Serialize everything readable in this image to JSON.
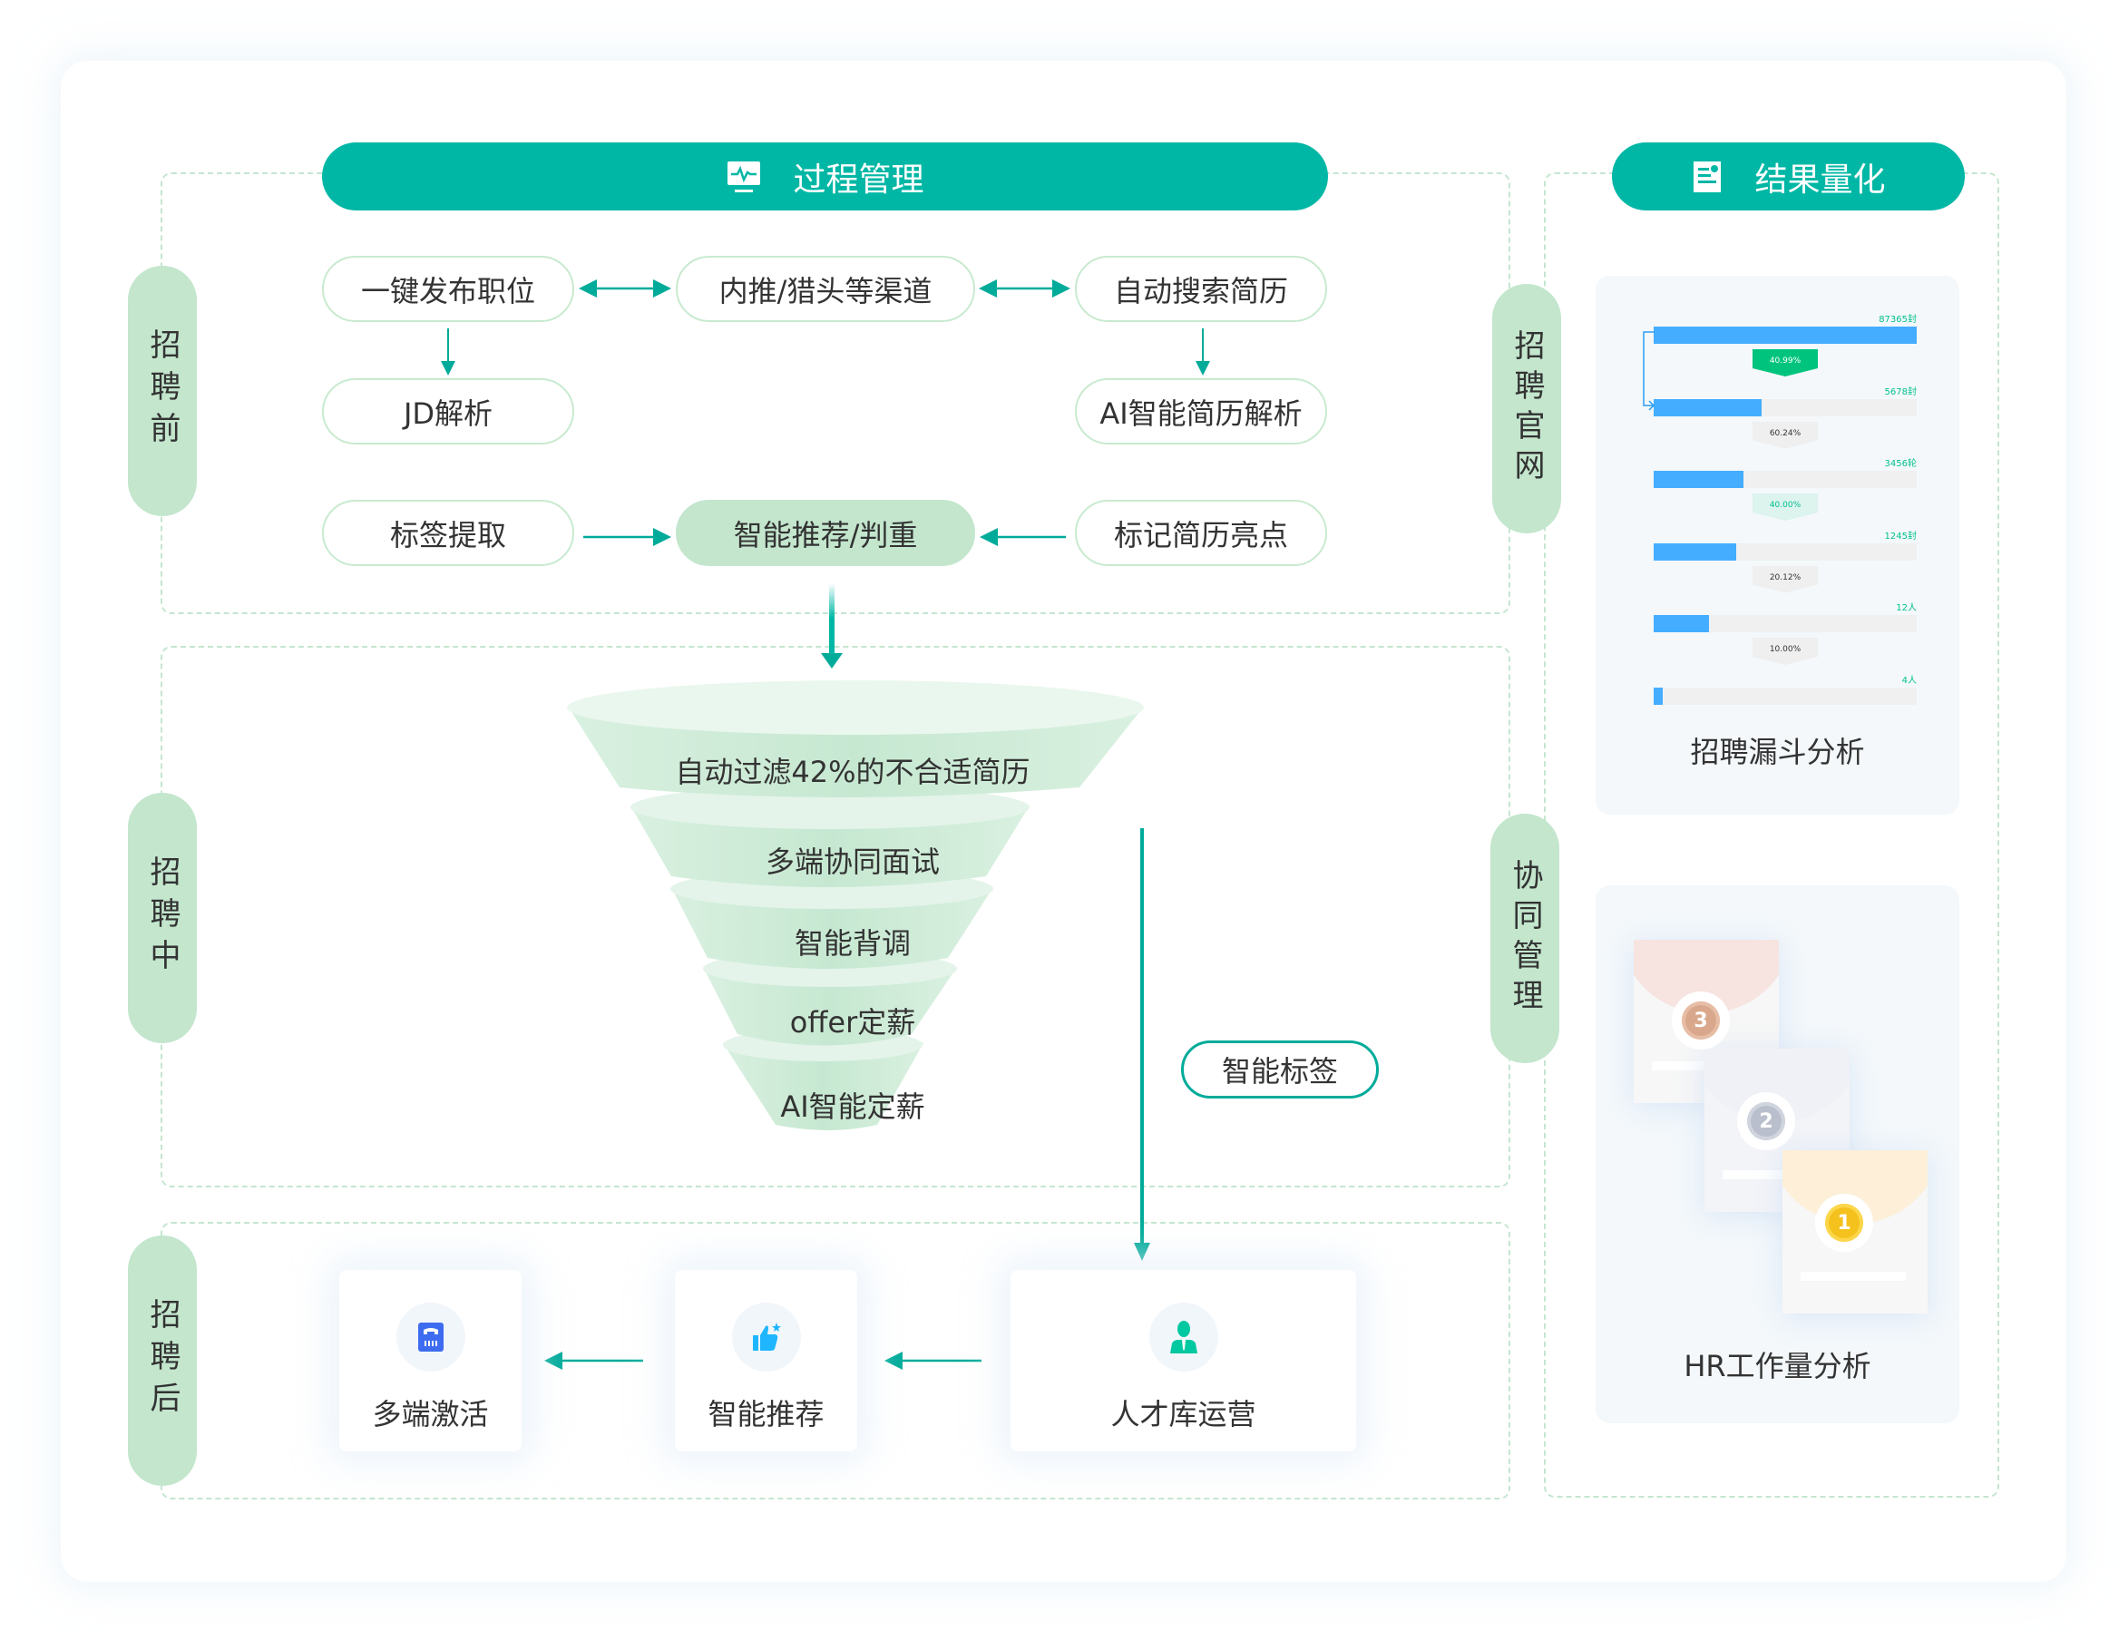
{
  "headers": {
    "process": {
      "label": "过程管理",
      "icon": "monitor-pulse-icon"
    },
    "result": {
      "label": "结果量化",
      "icon": "report-icon"
    }
  },
  "stages": {
    "before": "招聘前",
    "during": "招聘中",
    "after": "招聘后",
    "website": "招聘官网",
    "collab": "协同管理"
  },
  "before_nodes": {
    "publish": "一键发布职位",
    "channels": "内推/猎头等渠道",
    "auto_search": "自动搜索简历",
    "jd_parse": "JD解析",
    "ai_parse": "AI智能简历解析",
    "tag_extract": "标签提取",
    "recommend_dedupe": "智能推荐/判重",
    "highlight": "标记简历亮点"
  },
  "funnel_stages": [
    "自动过滤42%的不合适简历",
    "多端协同面试",
    "智能背调",
    "offer定薪",
    "AI智能定薪"
  ],
  "smart_tag": "智能标签",
  "after_cards": [
    {
      "label": "多端激活",
      "icon": "phone-keypad-icon",
      "color": "#3d6cf0"
    },
    {
      "label": "智能推荐",
      "icon": "thumbs-up-star-icon",
      "color": "#1fb6ff"
    },
    {
      "label": "人才库运营",
      "icon": "business-person-icon",
      "color": "#00c8a0"
    }
  ],
  "funnel_panel": {
    "title": "招聘漏斗分析",
    "colors": {
      "bar": "#45adff",
      "label": "#00c08b",
      "pct_active": "#00c47e"
    },
    "rows": [
      {
        "label": "87365封",
        "fraction": 1.0
      },
      {
        "label": "5678封",
        "fraction": 0.41
      },
      {
        "label": "3456轮",
        "fraction": 0.34
      },
      {
        "label": "1245封",
        "fraction": 0.315
      },
      {
        "label": "12人",
        "fraction": 0.21
      },
      {
        "label": "4人",
        "fraction": 0.035
      }
    ],
    "conversions": [
      {
        "value": "40.99%",
        "style": "active"
      },
      {
        "value": "60.24%",
        "style": "muted"
      },
      {
        "value": "40.00%",
        "style": "light"
      },
      {
        "value": "20.12%",
        "style": "muted"
      },
      {
        "value": "10.00%",
        "style": "muted"
      }
    ]
  },
  "hr_panel": {
    "title": "HR工作量分析",
    "medals": [
      {
        "rank": "3",
        "name": "bronze-medal-icon"
      },
      {
        "rank": "2",
        "name": "silver-medal-icon"
      },
      {
        "rank": "1",
        "name": "gold-medal-icon"
      }
    ]
  }
}
